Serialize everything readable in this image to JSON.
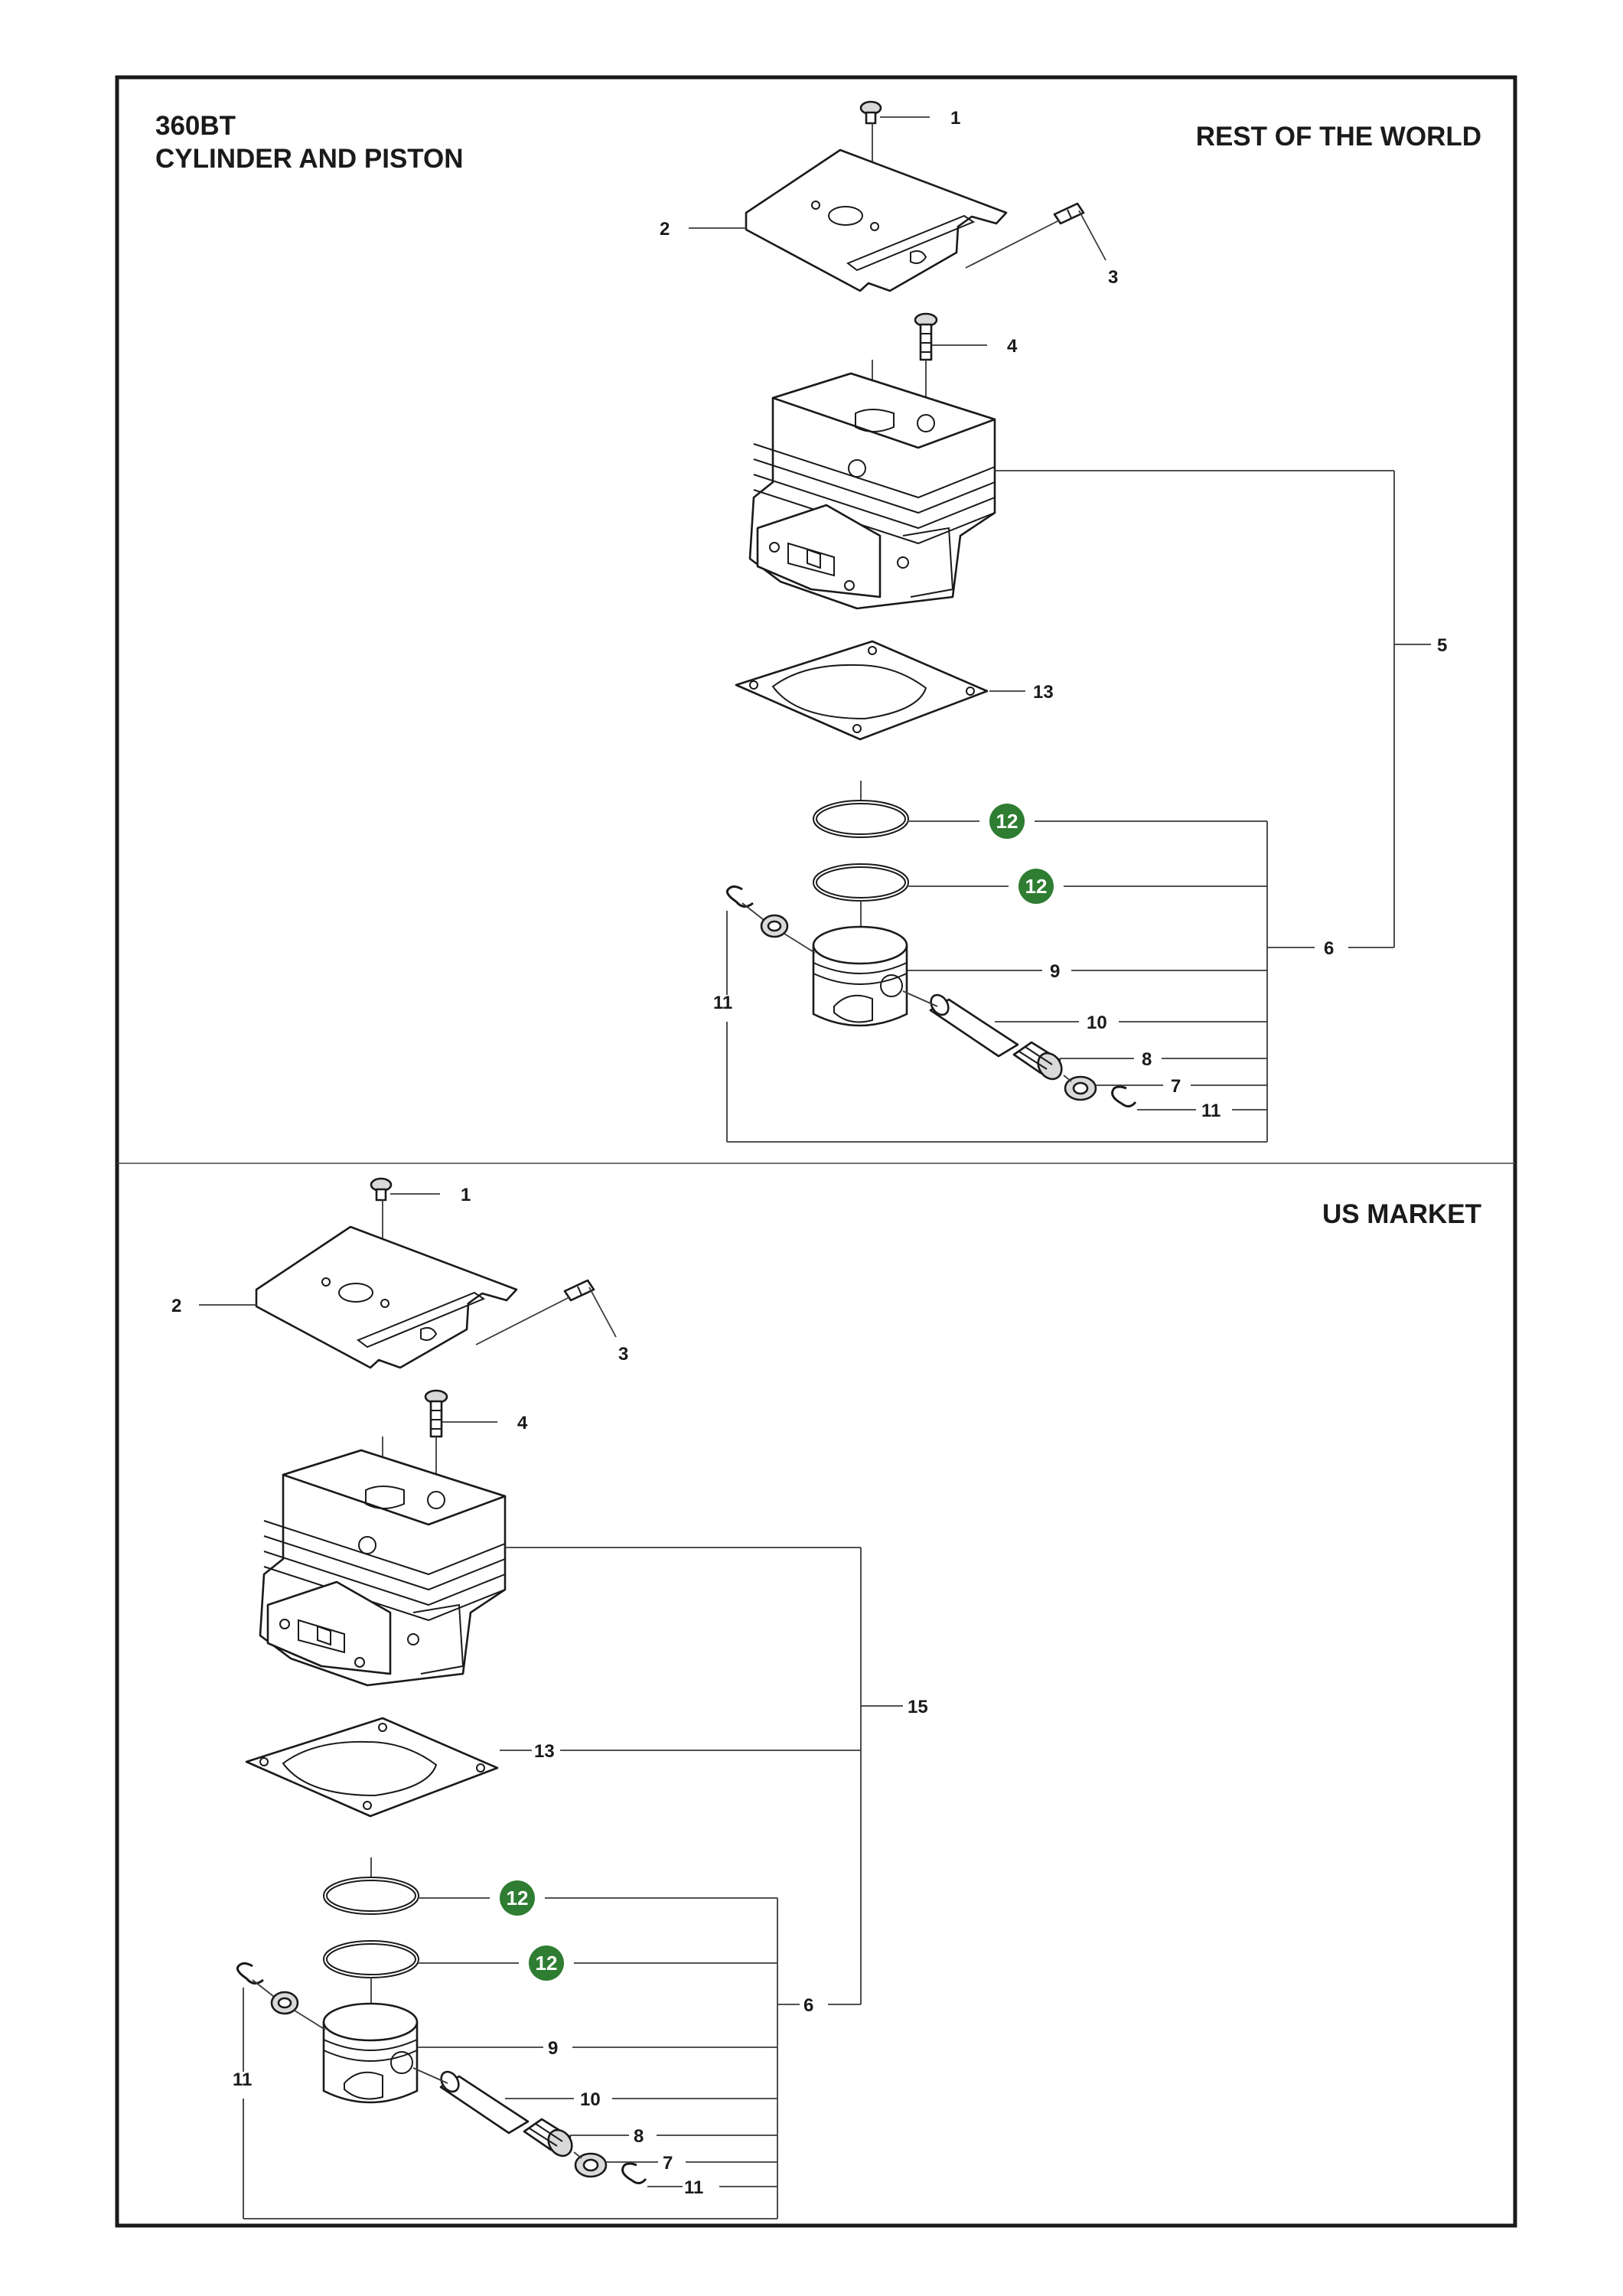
{
  "header": {
    "model": "360BT",
    "subtitle": "CYLINDER AND PISTON"
  },
  "colors": {
    "badge": "#2e7d32",
    "line": "#1a1a1a"
  },
  "sections": [
    {
      "region": "REST OF THE WORLD",
      "callouts": {
        "c1": "1",
        "c2": "2",
        "c3": "3",
        "c4": "4",
        "c5": "5",
        "c6": "6",
        "c7": "7",
        "c8": "8",
        "c9": "9",
        "c10": "10",
        "c11a": "11",
        "c11b": "11",
        "c12a": "12",
        "c12b": "12",
        "c13": "13"
      }
    },
    {
      "region": "US MARKET",
      "callouts": {
        "c1": "1",
        "c2": "2",
        "c3": "3",
        "c4": "4",
        "c15": "15",
        "c6": "6",
        "c7": "7",
        "c8": "8",
        "c9": "9",
        "c10": "10",
        "c11a": "11",
        "c11b": "11",
        "c12a": "12",
        "c12b": "12",
        "c13": "13"
      }
    }
  ]
}
